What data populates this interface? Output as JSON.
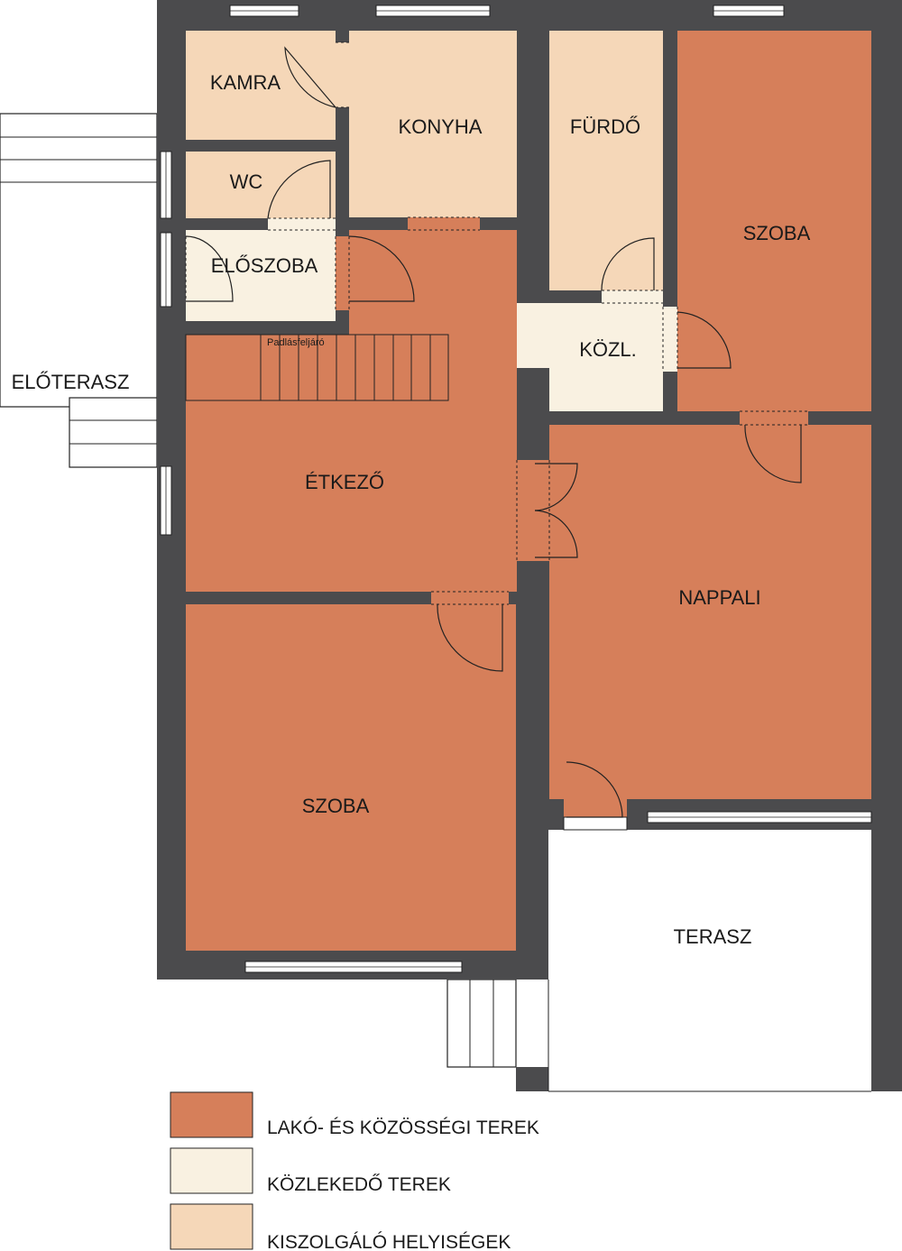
{
  "colors": {
    "living": "#d67f5a",
    "circulation": "#f9f1e1",
    "service": "#f5d7b8",
    "wall": "#4b4b4d"
  },
  "rooms": {
    "kamra": "KAMRA",
    "konyha": "KONYHA",
    "furdo": "FÜRDŐ",
    "szoba_top": "SZOBA",
    "wc": "WC",
    "eloszoba": "ELŐSZOBA",
    "padlasfeljaro": "Padlásfeljáró",
    "kozl": "KÖZL.",
    "eloterasz": "ELŐTERASZ",
    "etkezo": "ÉTKEZŐ",
    "nappali": "NAPPALI",
    "szoba_bottom": "SZOBA",
    "terasz": "TERASZ"
  },
  "legend": [
    {
      "label": "LAKÓ- ÉS KÖZÖSSÉGI TEREK",
      "color": "#d67f5a"
    },
    {
      "label": "KÖZLEKEDŐ TEREK",
      "color": "#f9f1e1"
    },
    {
      "label": "KISZOLGÁLÓ HELYISÉGEK",
      "color": "#f5d7b8"
    }
  ]
}
